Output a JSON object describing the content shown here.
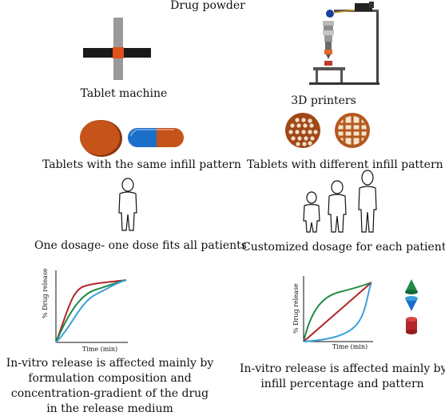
{
  "title": "Drug powder",
  "left": {
    "machine_label": "Tablet machine",
    "tablets_label": "Tablets with the same infill pattern",
    "dosage_label": "One dosage- one dose fits all patients",
    "chart": {
      "ylabel": "% Drug release",
      "xlabel": "Time (min)"
    },
    "caption": [
      "In-vitro release is affected mainly by",
      "formulation composition and",
      "concentration-gradient of the drug",
      "in the release medium"
    ]
  },
  "right": {
    "machine_label": "3D printers",
    "tablets_label": "Tablets with different infill pattern",
    "dosage_label": "Customized dosage for each patient",
    "chart": {
      "ylabel": "% Drug release",
      "xlabel": "Time (min)"
    },
    "caption": [
      "In-vitro release is affected mainly by",
      "infill percentage and pattern"
    ]
  },
  "colors": {
    "tablet_orange": "#c5531a",
    "capsule_blue": "#1c6fc9",
    "curve_red": "#b3262a",
    "curve_green": "#1f8c4a",
    "curve_blue": "#3aa0d8",
    "curve_navy": "#1f3c8a"
  },
  "icons": [
    "tablet-press-icon",
    "3d-printer-icon",
    "person-icon",
    "cone-icon",
    "cylinder-icon"
  ]
}
